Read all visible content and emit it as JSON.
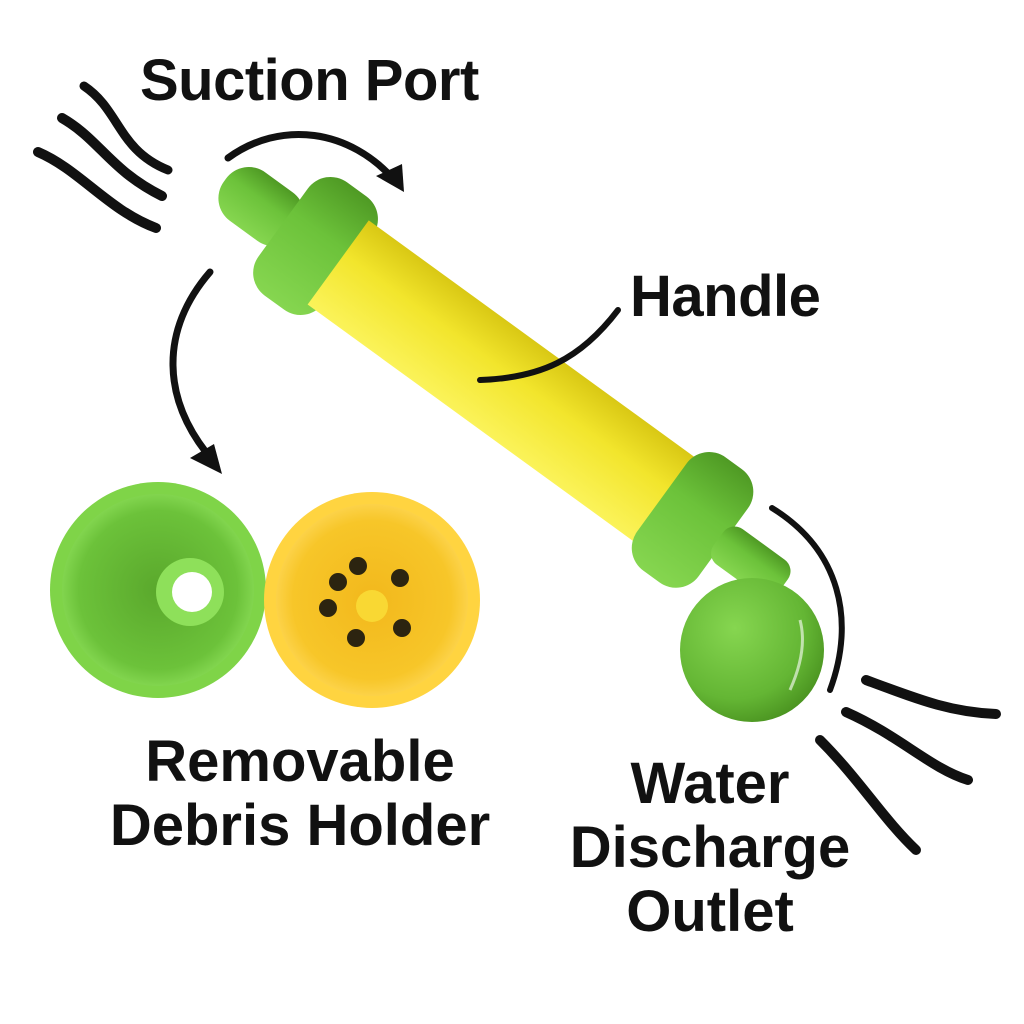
{
  "labels": {
    "suction_port": "Suction Port",
    "handle": "Handle",
    "debris_holder": [
      "Removable",
      "Debris Holder"
    ],
    "water_outlet": [
      "Water",
      "Discharge",
      "Outlet"
    ]
  },
  "colors": {
    "green": "#6cc23a",
    "green_dark": "#4f9a24",
    "yellow": "#f2e52c",
    "yellow_dark": "#d8c414",
    "cap_yellow": "#f7c629",
    "ink": "#111111"
  }
}
